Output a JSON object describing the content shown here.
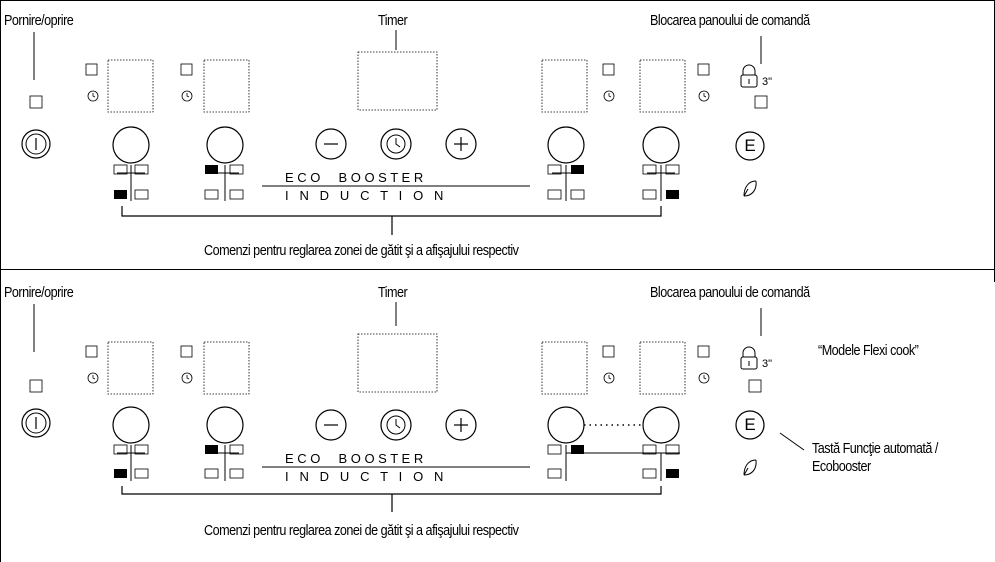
{
  "top_panel": {
    "label_power": "Pornire/oprire",
    "label_timer": "Timer",
    "label_lock": "Blocarea panoului de comandă",
    "lock_time": "3\"",
    "brand_line1": "E C O     B O O S T E R",
    "brand_line2": "I   N   D   U   C   T   I   O   N",
    "label_zone_controls": "Comenzi pentru reglarea zonei de gătit şi a afişajului respectiv"
  },
  "bottom_panel": {
    "label_power": "Pornire/oprire",
    "label_timer": "Timer",
    "label_lock": "Blocarea panoului de comandă",
    "lock_time": "3\"",
    "flexi_label": "“Modele Flexi cook”",
    "auto_key_label_line1": "Tastă Funcţie automată /",
    "auto_key_label_line2": "Ecobooster",
    "brand_line1": "E C O     B O O S T E R",
    "brand_line2": "I   N   D   U   C   T   I   O   N",
    "label_zone_controls": "Comenzi pentru reglarea zonei de gătit şi a afişajului respectiv"
  },
  "icons": {
    "minus": "−",
    "plus": "+",
    "e_key": "E"
  }
}
